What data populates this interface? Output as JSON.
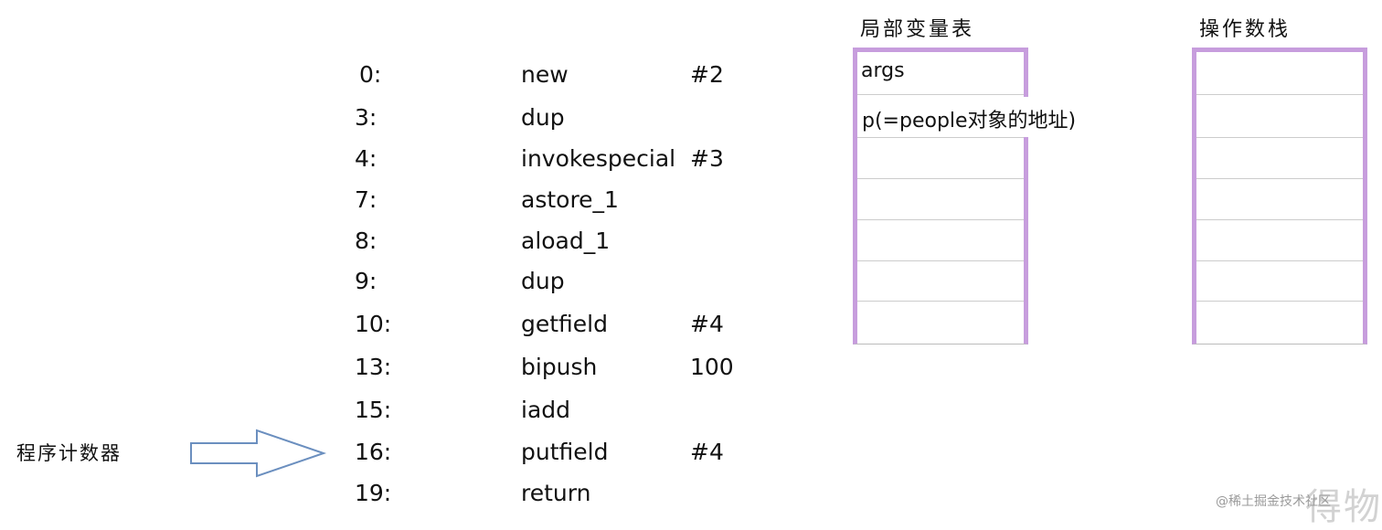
{
  "instructions": [
    {
      "offset": "0:",
      "op": "new",
      "arg": "#2"
    },
    {
      "offset": "3:",
      "op": "dup",
      "arg": ""
    },
    {
      "offset": "4:",
      "op": "invokespecial",
      "arg": "#3"
    },
    {
      "offset": "7:",
      "op": "astore_1",
      "arg": ""
    },
    {
      "offset": "8:",
      "op": "aload_1",
      "arg": ""
    },
    {
      "offset": "9:",
      "op": "dup",
      "arg": ""
    },
    {
      "offset": "10:",
      "op": "getfield",
      "arg": "#4"
    },
    {
      "offset": "13:",
      "op": "bipush",
      "arg": "100"
    },
    {
      "offset": "15:",
      "op": "iadd",
      "arg": ""
    },
    {
      "offset": "16:",
      "op": "putfield",
      "arg": "#4"
    },
    {
      "offset": "19:",
      "op": "return",
      "arg": ""
    }
  ],
  "program_counter": {
    "label": "程序计数器"
  },
  "local_vars": {
    "title": "局部变量表",
    "slots": [
      "args",
      "p(=people对象的地址)",
      "",
      "",
      "",
      "",
      ""
    ]
  },
  "operand_stack": {
    "title": "操作数栈",
    "slots": [
      "",
      "",
      "",
      "",
      "",
      "",
      ""
    ]
  },
  "watermark": {
    "text": "@稀土掘金技术社区",
    "big": "得物"
  },
  "colors": {
    "table_border": "#c79ddd",
    "arrow_stroke": "#6b8fbf"
  }
}
